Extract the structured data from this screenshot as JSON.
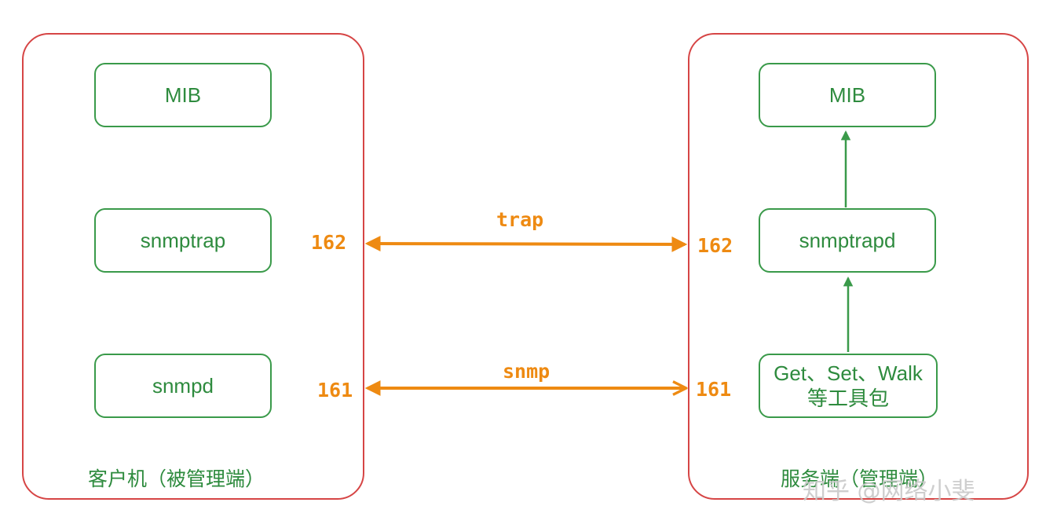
{
  "client": {
    "label": "客户机（被管理端）",
    "boxes": {
      "mib": "MIB",
      "snmptrap": "snmptrap",
      "snmpd": "snmpd"
    }
  },
  "server": {
    "label": "服务端（管理端）",
    "boxes": {
      "mib": "MIB",
      "snmptrapd": "snmptrapd",
      "tools_line1": "Get、Set、Walk",
      "tools_line2": "等工具包"
    }
  },
  "links": {
    "trap": {
      "protocol": "trap",
      "client_port": "162",
      "server_port": "162"
    },
    "snmp": {
      "protocol": "snmp",
      "client_port": "161",
      "server_port": "161"
    }
  },
  "watermark": "知乎 @网络小斐",
  "colors": {
    "panel_border": "#d64545",
    "box_border": "#3a9a4a",
    "text_green": "#2e8b3e",
    "link_orange": "#ee8a12"
  }
}
